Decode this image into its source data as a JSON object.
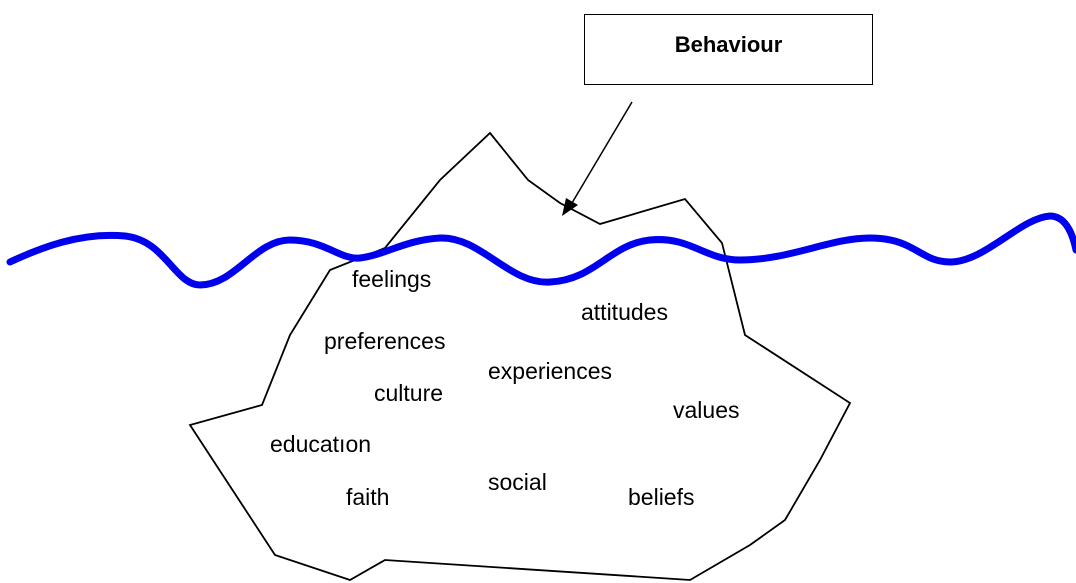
{
  "callout": {
    "label": "Behaviour"
  },
  "iceberg": {
    "words": {
      "feelings": "feelings",
      "attitudes": "attitudes",
      "preferences": "preferences",
      "experiences": "experiences",
      "culture": "culture",
      "values": "values",
      "education": "educatıon",
      "faith": "faith",
      "social": "social",
      "beliefs": "beliefs"
    }
  },
  "colors": {
    "waterline": "#0000ee",
    "outline": "#000000",
    "text": "#000000"
  }
}
